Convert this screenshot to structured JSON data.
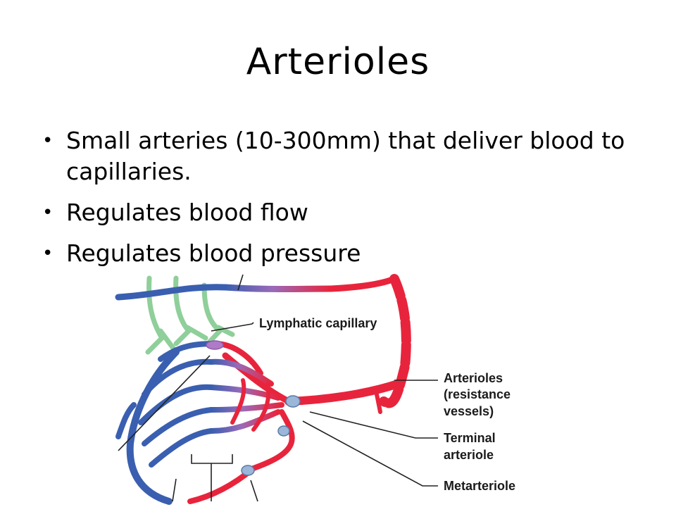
{
  "slide": {
    "title": "Arterioles",
    "bullets": [
      "Small arteries (10-300mm) that deliver blood to capillaries.",
      "Regulates blood flow",
      "Regulates blood pressure"
    ]
  },
  "diagram": {
    "labels": {
      "lymphatic": "Lymphatic capillary",
      "arterioles_1": "Arterioles",
      "arterioles_2": "(resistance",
      "arterioles_3": "vessels)",
      "terminal_1": "Terminal",
      "terminal_2": "arteriole",
      "metarteriole": "Metarteriole"
    },
    "colors": {
      "artery": "#e8243c",
      "vein": "#3a5fb0",
      "lymph": "#8fcf9a",
      "sphincter": "#9ab6d8"
    }
  }
}
